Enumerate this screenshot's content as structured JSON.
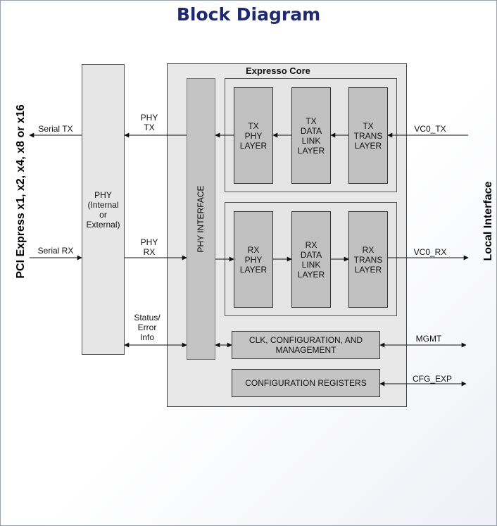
{
  "title": "Block Diagram",
  "left_label": "PCI Express x1, x2, x4, x8 or x16",
  "right_label": "Local Interface",
  "core_title": "Expresso Core",
  "phy_block": "PHY\n(Internal\nor\nExternal)",
  "phy_interface": "PHY INTERFACE",
  "tx_blocks": [
    "TX\nPHY\nLAYER",
    "TX\nDATA\nLINK\nLAYER",
    "TX\nTRANS\nLAYER"
  ],
  "rx_blocks": [
    "RX\nPHY\nLAYER",
    "RX\nDATA\nLINK\nLAYER",
    "RX\nTRANS\nLAYER"
  ],
  "clk_block": "CLK, CONFIGURATION, AND\nMANAGEMENT",
  "cfg_block": "CONFIGURATION REGISTERS",
  "signals": {
    "serial_tx": "Serial TX",
    "serial_rx": "Serial RX",
    "phy_tx": "PHY\nTX",
    "phy_rx": "PHY\nRX",
    "status": "Status/\nError\nInfo",
    "vc0_tx": "VC0_TX",
    "vc0_rx": "VC0_RX",
    "mgmt": "MGMT",
    "cfg_exp": "CFG_EXP"
  },
  "colors": {
    "title": "#1f2a6e",
    "core_fill": "#e8e8e8",
    "block_fill": "#c0c0c0",
    "phy_fill": "#e6e6e6"
  }
}
